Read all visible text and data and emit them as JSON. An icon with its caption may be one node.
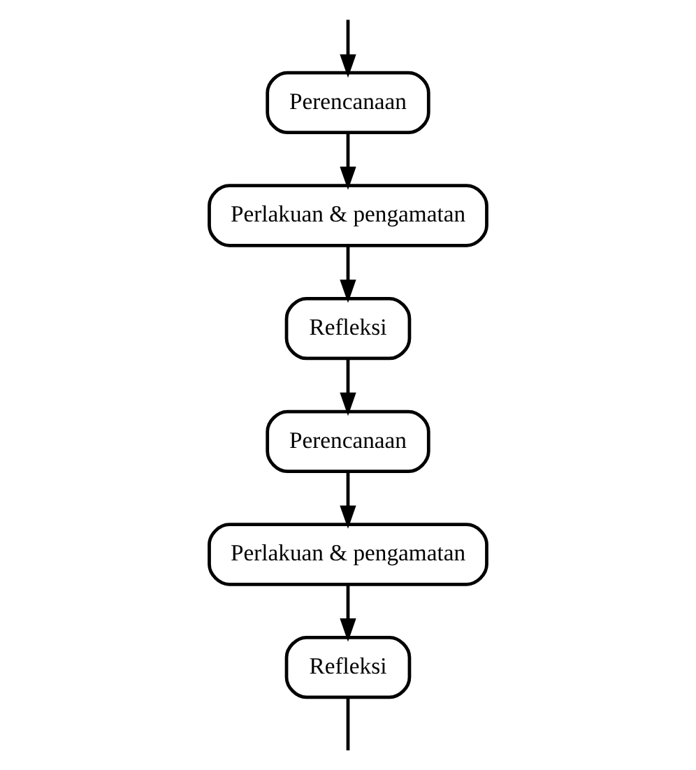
{
  "diagram": {
    "nodes": [
      {
        "text": [
          "Perencanaan"
        ]
      },
      {
        "text": [
          "Perlakuan & pengamatan"
        ]
      },
      {
        "text": [
          "Refleksi"
        ]
      },
      {
        "text": [
          "Perencanaan"
        ]
      },
      {
        "text": [
          "Perlakuan & pengamatan"
        ]
      },
      {
        "text": [
          "Refleksi"
        ]
      }
    ],
    "edges": [
      {
        "from": null,
        "to": 0,
        "arrow": "to"
      },
      {
        "from": 0,
        "to": 1,
        "arrow": "to"
      },
      {
        "from": 1,
        "to": 2,
        "arrow": "to"
      },
      {
        "from": 2,
        "to": 3,
        "arrow": "to"
      },
      {
        "from": 3,
        "to": 4,
        "arrow": "to"
      },
      {
        "from": 4,
        "to": 5,
        "arrow": "to"
      },
      {
        "from": 5,
        "to": null,
        "arrow": "none"
      }
    ]
  }
}
